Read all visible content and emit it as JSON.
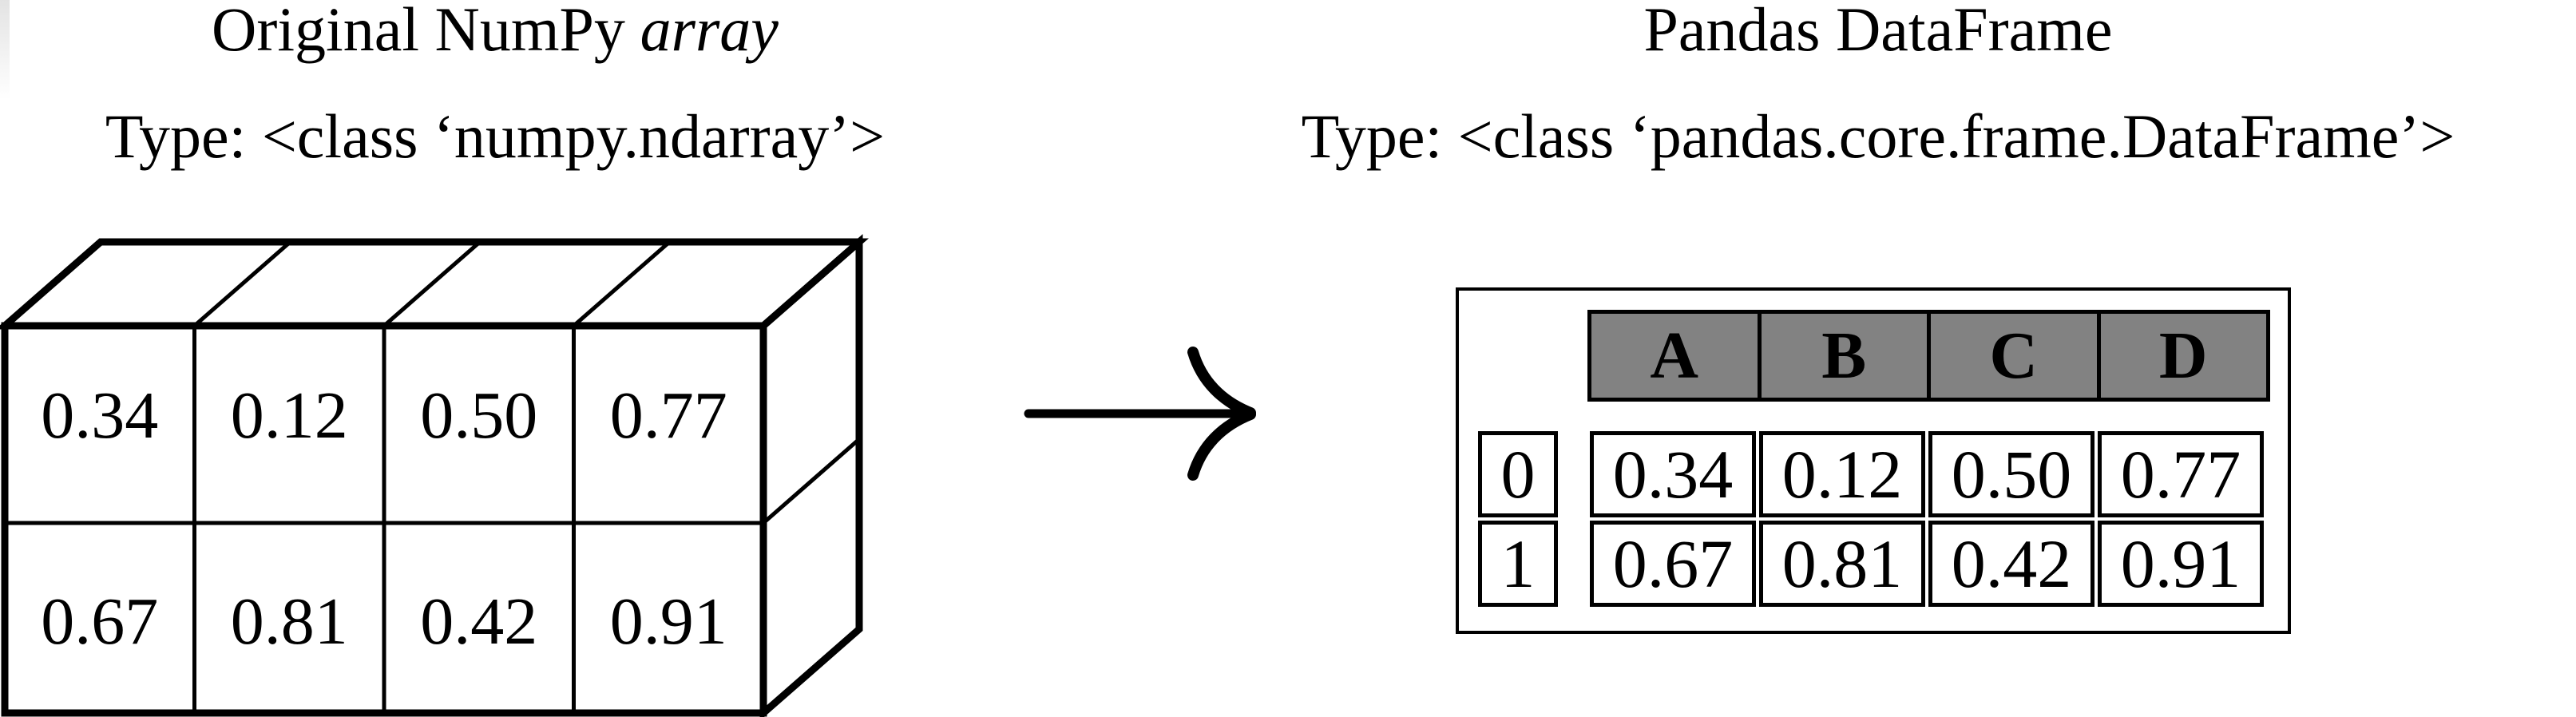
{
  "left_panel": {
    "title_main_regular": "Original NumPy",
    "title_main_italic": "array",
    "title_type": "Type: <class ‘numpy.ndarray’>",
    "array": {
      "fill_color": "#0d0dff",
      "shape_rows": 2,
      "shape_cols": 4,
      "values": [
        [
          "0.34",
          "0.12",
          "0.50",
          "0.77"
        ],
        [
          "0.67",
          "0.81",
          "0.42",
          "0.91"
        ]
      ]
    }
  },
  "arrow": {
    "direction": "right"
  },
  "right_panel": {
    "title_main": "Pandas DataFrame",
    "title_type": "Type: <class ‘pandas.core.frame.DataFrame’>",
    "dataframe": {
      "header_bg": "#828282",
      "columns": [
        "A",
        "B",
        "C",
        "D"
      ],
      "index": [
        "0",
        "1"
      ],
      "rows": [
        [
          "0.34",
          "0.12",
          "0.50",
          "0.77"
        ],
        [
          "0.67",
          "0.81",
          "0.42",
          "0.91"
        ]
      ]
    }
  }
}
